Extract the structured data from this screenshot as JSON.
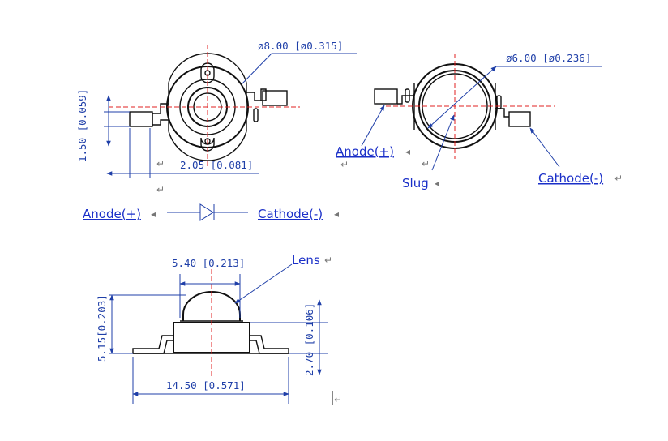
{
  "top_left_view": {
    "diameter_label": "ø8.00 [ø0.315]",
    "pad_height_label": "1.50 [0.059]",
    "offset_label": "2.05 [0.081]"
  },
  "top_right_view": {
    "slug_diameter_label": "ø6.00 [ø0.236]",
    "anode_label": "Anode(+)",
    "slug_label": "Slug",
    "cathode_label": "Cathode(-)"
  },
  "symbol": {
    "anode_label": "Anode(+)",
    "cathode_label": "Cathode(-)"
  },
  "side_view": {
    "lens_label": "Lens",
    "lens_width_label": "5.40 [0.213]",
    "total_height_label": "5.15[0.203]",
    "body_height_label": "2.70 [0.106]",
    "total_width_label": "14.50 [0.571]"
  },
  "marks": {
    "return_mark": "↵",
    "small_mark": "◂"
  }
}
